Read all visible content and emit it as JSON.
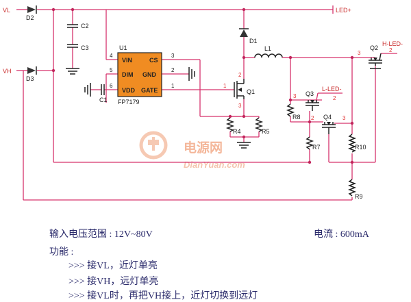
{
  "parts": {
    "d2": "D2",
    "d3": "D3",
    "c2": "C2",
    "c3": "C3",
    "c1": "C1",
    "u1": "U1",
    "ic_name": "FP7179",
    "ic_pins": {
      "vin": "VIN",
      "dim": "DIM",
      "vdd": "VDD",
      "cs": "CS",
      "gnd": "GND",
      "gate": "GATE"
    },
    "ic_pin_numbers": {
      "p4": "4",
      "p5": "5",
      "p6": "6",
      "p3": "3",
      "p2": "2",
      "p1": "1"
    },
    "d1": "D1",
    "l1": "L1",
    "q1": "Q1",
    "q2": "Q2",
    "q3": "Q3",
    "q4": "Q4",
    "r4": "R4",
    "r5": "R5",
    "r7": "R7",
    "r8": "R8",
    "r9": "R9",
    "r10": "R10"
  },
  "nets": {
    "vl": "VL",
    "vh": "VH",
    "led_plus": "LED+",
    "h_led_minus": "H-LED-",
    "l_led_minus": "L-LED-"
  },
  "pin_labels": {
    "q1_gate": "1",
    "q1_drain": "2",
    "q1_source": "3",
    "q2_drain": "3",
    "q2_source": "2",
    "q3_drain": "3",
    "q3_source": "2",
    "q4_source": "2",
    "q4_drain": "3"
  },
  "watermark": {
    "cn": "电源网",
    "en": "DianYuan.com"
  },
  "notes": {
    "input_range": "输入电压范围 : 12V~80V",
    "current": "电流 : 600mA",
    "function_title": "功能 :",
    "functions": [
      ">>> 接VL，近灯单亮",
      ">>> 接VH，远灯单亮",
      ">>> 接VL时，再把VH接上，近灯切换到远灯"
    ]
  },
  "colors": {
    "wire": "#d6336c",
    "ic_body": "#f08c22",
    "text": "#2b2b6b"
  }
}
